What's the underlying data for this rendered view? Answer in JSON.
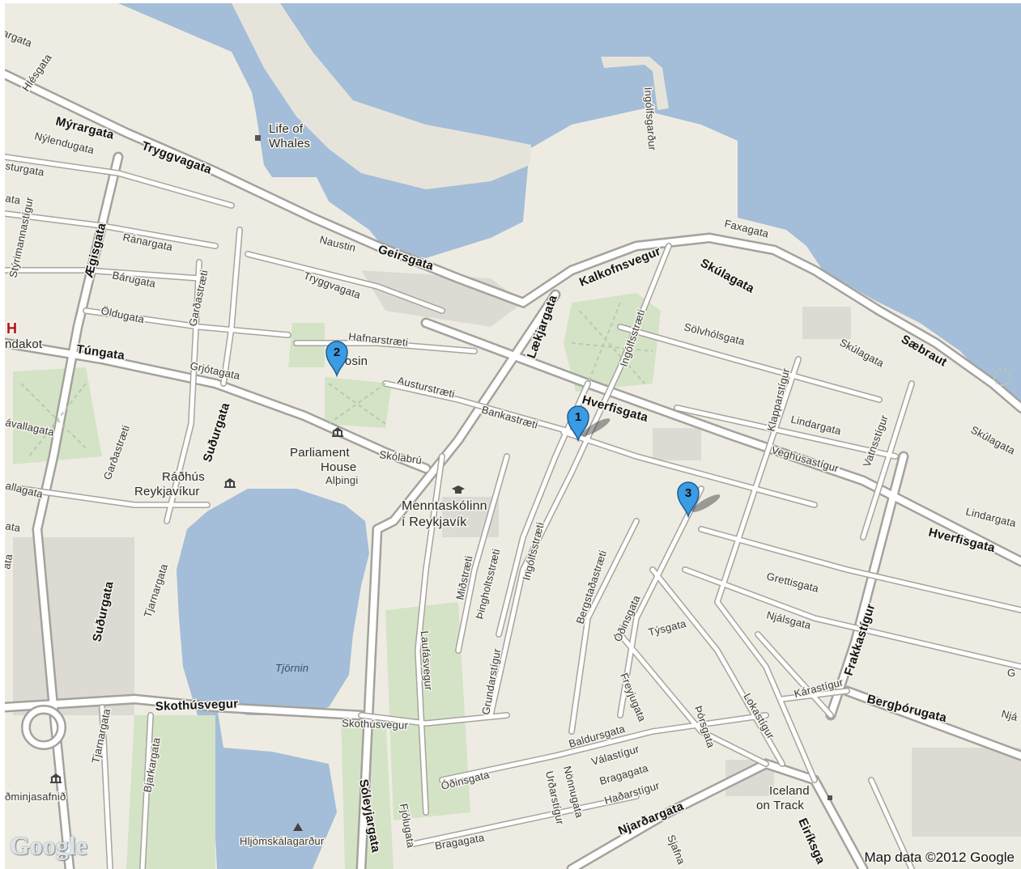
{
  "colors": {
    "water": "#a4bdd8",
    "land": "#eeece2",
    "park": "#d4e3c6",
    "marker": "#3b9be4",
    "hospital": "#b0151a"
  },
  "attribution": {
    "copyright": "Map data ©2012 Google",
    "logo": "Google"
  },
  "markers": [
    {
      "label": "1"
    },
    {
      "label": "2"
    },
    {
      "label": "3"
    }
  ],
  "pois": {
    "life_of_whales": [
      "Life of",
      "Whales"
    ],
    "parliament": [
      "Parliament",
      "House",
      "Alþingi"
    ],
    "radhus": [
      "Ráðhús",
      "Reykjavíkur"
    ],
    "menntaskolinn": [
      "Menntaskólinn",
      "í Reykjavík"
    ],
    "iceland_on_track": [
      "Iceland",
      "on Track"
    ],
    "hljomskalagardur": "Hljómskálagarður",
    "minjasafnid": "ðminjasafnið",
    "kvosin": "Kvosin",
    "hospital_mark": "H",
    "landakot": "ndakot"
  },
  "water_labels": {
    "tjornin": "Tjörnin"
  },
  "streets": {
    "margata": "argata",
    "hlesgata": "Hlésgata",
    "myrargata": "Mýrargata",
    "nylendugata": "Nýlendugata",
    "tryggvagata_w": "Tryggvagata",
    "sturgata": "sturgata",
    "ata": "ata",
    "styrimannastigur": "Stýrimannastígur",
    "aegisgata": "Ægisgata",
    "ranargata": "Ránargata",
    "barugata": "Bárugata",
    "oldugata": "Öldugata",
    "gardastraeti": "Garðastræti",
    "gardastraeti2": "Garðastræti",
    "tungata": "Túngata",
    "grjotagata": "Grjótagata",
    "avallagata": "ávallagata",
    "aliagata": "allagata",
    "sudurgata": "Suðurgata",
    "sudurgata2": "Suðurgata",
    "naustin": "Naustin",
    "tryggvagata_c": "Tryggvagata",
    "geirsgata": "Geirsgata",
    "hafnarstraeti": "Hafnarstræti",
    "austurstraeti": "Austurstræti",
    "bankastraeti": "Bankastræti",
    "skolabru": "Skólabrú",
    "laekjargata": "Lækjargata",
    "kalkofnsvegur": "Kalkofnsvegur",
    "ingolfsgardur": "Ingólfsgarður",
    "faxagata": "Faxagata",
    "skulagata": "Skúlagata",
    "skulagata2": "Skúlagata",
    "skulagata3": "Skúlagata",
    "saebraut": "Sæbraut",
    "ingolfsstraeti": "Ingólfsstræti",
    "ingolfsstraeti2": "Ingólfsstræti",
    "solvholsgata": "Sölvhólsgata",
    "hverfisgata": "Hverfisgata",
    "hverfisgata2": "Hverfisgata",
    "klapparstigur": "Klapparstígur",
    "lindargata": "Lindargata",
    "lindargata2": "Lindargata",
    "veghusastigur": "Veghúsastígur",
    "vatnsstigur": "Vatnsstígur",
    "tjarnargata": "Tjarnargata",
    "tjarnargata2": "Tjarnargata",
    "midstraeti": "Miðstræti",
    "pingholtsstraeti": "Þingholtsstræti",
    "bergstadastraeti": "Bergstaðastræti",
    "grettisgata": "Grettisgata",
    "njalsgata": "Njálsgata",
    "njalsgata2": "Njá",
    "odinsgata": "Óðinsgata",
    "odinsgata2": "Óðinsgata",
    "tysgata": "Týsgata",
    "frakkastigur": "Frakkastígur",
    "karastigur": "Kárastígur",
    "bergthorugata": "Bergþórugata",
    "laufasvegur": "Laufásvegur",
    "grundarstigur": "Grundarstígur",
    "freyjugata": "Freyjugata",
    "thorsgata": "Þórsgata",
    "lokastigur": "Lokastígur",
    "skothusvegur": "Skothúsvegur",
    "skothusvegur2": "Skothúsvegur",
    "baldursgata": "Baldursgata",
    "valastigur": "Válastígur",
    "bragagata": "Bragagata",
    "bragagata2": "Bragagata",
    "hadarstigur": "Haðarstígur",
    "nonnugata": "Nönnugata",
    "urdarstigur": "Urðarstígur",
    "njardargata": "Njarðargata",
    "bjarkargata": "Bjarkargata",
    "sjafnargata": "Sjafna",
    "fjolugata": "Fjólugata",
    "sjoleyjargata": "Sóleyjargata",
    "eiriksgata": "Eiríksga",
    "g": "G"
  }
}
